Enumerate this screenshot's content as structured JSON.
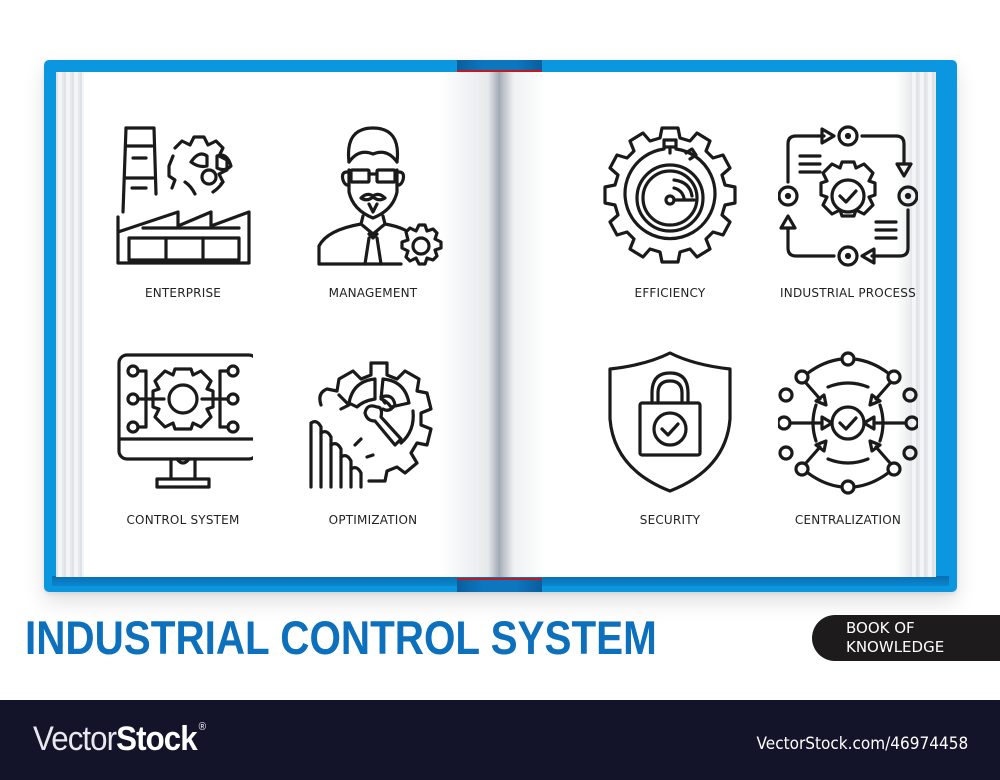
{
  "book": {
    "colors": {
      "cover": "#0a97e0",
      "spine": "#0c76bf",
      "ribbon": "#c8161d",
      "icon_stroke": "#1a1a1a"
    },
    "left_page": {
      "icons": [
        {
          "label": "ENTERPRISE",
          "icon": "factory-gear-icon"
        },
        {
          "label": "MANAGEMENT",
          "icon": "manager-gear-icon"
        },
        {
          "label": "CONTROL SYSTEM",
          "icon": "monitor-gear-icon"
        },
        {
          "label": "OPTIMIZATION",
          "icon": "gear-wrench-chart-icon"
        }
      ]
    },
    "right_page": {
      "icons": [
        {
          "label": "EFFICIENCY",
          "icon": "gear-stopwatch-icon"
        },
        {
          "label": "INDUSTRIAL PROCESS",
          "icon": "process-cycle-gear-icon"
        },
        {
          "label": "SECURITY",
          "icon": "shield-padlock-icon"
        },
        {
          "label": "CENTRALIZATION",
          "icon": "network-center-check-icon"
        }
      ]
    }
  },
  "title": {
    "text": "INDUSTRIAL CONTROL SYSTEM",
    "color": "#0d70bd"
  },
  "badge": {
    "line1": "BOOK OF",
    "line2": "KNOWLEDGE"
  },
  "footer": {
    "logo_thin": "Vector",
    "logo_bold": "Stock",
    "logo_mark": "®",
    "url": "VectorStock.com/46974458"
  }
}
